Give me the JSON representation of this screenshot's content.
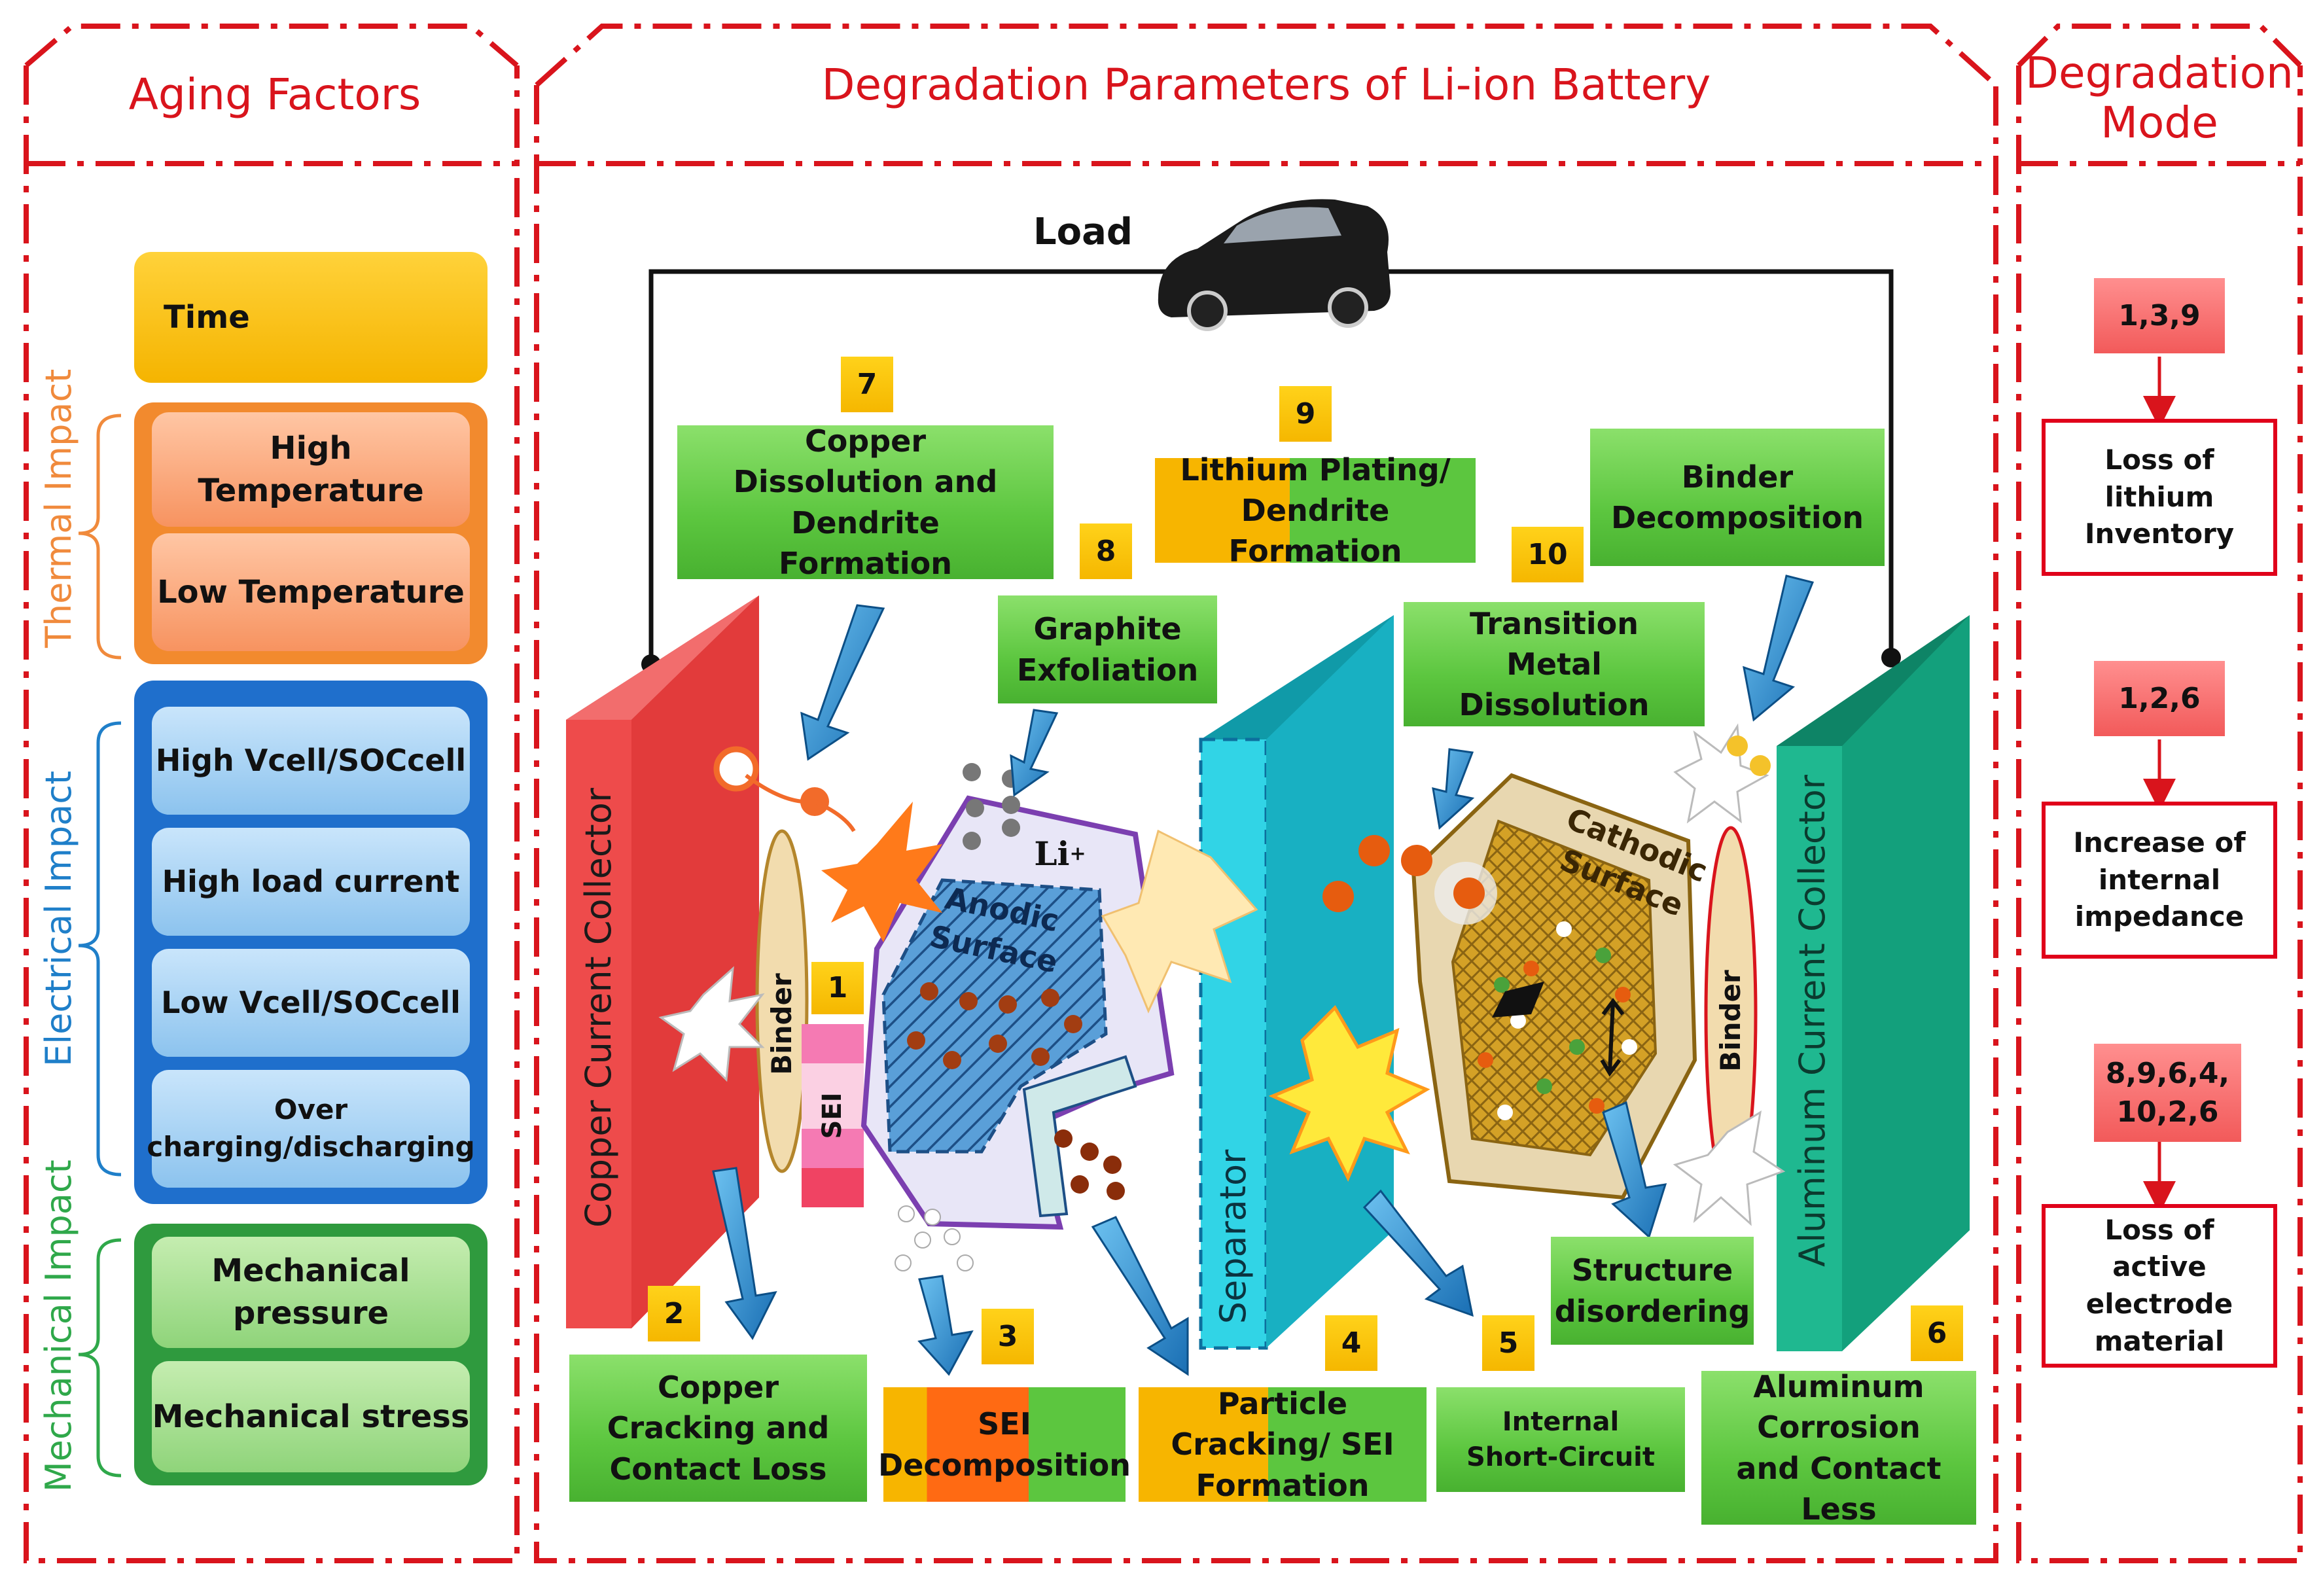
{
  "headers": {
    "aging": "Aging Factors",
    "degradation": "Degradation Parameters of Li-ion Battery",
    "mode": "Degradation Mode"
  },
  "aging": {
    "time": "Time",
    "thermal_label": "Thermal Impact",
    "high_temp": "High Temperature",
    "low_temp": "Low Temperature",
    "electrical_label": "Electrical Impact",
    "high_vcell": "High Vcell/SOCcell",
    "high_load": "High load current",
    "low_vcell": "Low Vcell/SOCcell",
    "over_charging": "Over charging/discharging",
    "mechanical_label": "Mechanical Impact",
    "mech_pressure": "Mechanical pressure",
    "mech_stress": "Mechanical stress"
  },
  "battery": {
    "load": "Load",
    "copper_collector": "Copper Current Collector",
    "aluminum_collector": "Aluminum Current Collector",
    "separator": "Separator",
    "binder_left": "Binder",
    "binder_right": "Binder",
    "sei": "SEI",
    "li_ion": "Li",
    "li_sup": "+",
    "anodic_1": "Anodic",
    "anodic_2": "Surface",
    "cathodic_1": "Cathodic",
    "cathodic_2": "Surface"
  },
  "mechanisms": [
    {
      "num": "1",
      "label": ""
    },
    {
      "num": "2",
      "label": "Copper Cracking and Contact Loss"
    },
    {
      "num": "3",
      "label": "SEI Decomposition"
    },
    {
      "num": "4",
      "label": "Particle Cracking/ SEI Formation"
    },
    {
      "num": "5",
      "label": "Internal Short-Circuit"
    },
    {
      "num": "6",
      "label": "Aluminum Corrosion and Contact Less"
    },
    {
      "num": "7",
      "label": "Copper Dissolution and Dendrite Formation"
    },
    {
      "num": "8",
      "label": "Graphite Exfoliation"
    },
    {
      "num": "9",
      "label": "Lithium Plating/ Dendrite Formation"
    },
    {
      "num": "10",
      "label": "Transition Metal Dissolution"
    }
  ],
  "extra_labels": {
    "binder_decomposition": "Binder Decomposition",
    "structure_disordering": "Structure disordering"
  },
  "modes": [
    {
      "refs": "1,3,9",
      "label": "Loss of lithium Inventory"
    },
    {
      "refs": "1,2,6",
      "label": "Increase of internal impedance"
    },
    {
      "refs": "8,9,6,4, 10,2,6",
      "label": "Loss of active electrode material"
    }
  ],
  "colors": {
    "frame": "#d9141c",
    "thermal": "#f08a3c",
    "electrical": "#1f7fc9",
    "mechanical": "#2fa84a",
    "copper": "#e84a4a",
    "separator": "#1fc4d6",
    "aluminum": "#16a884"
  }
}
